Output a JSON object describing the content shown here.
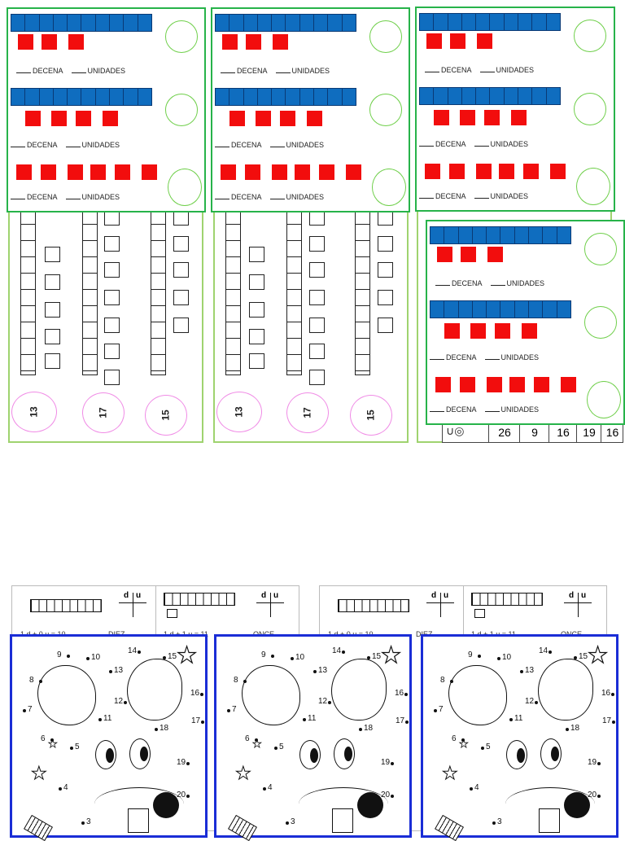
{
  "green_cards": {
    "rows": [
      {
        "units": 3,
        "decena_label": "DECENA",
        "unidades_label": "UNIDADES"
      },
      {
        "units": 4,
        "decena_label": "DECENA",
        "unidades_label": "UNIDADES"
      },
      {
        "units": 6,
        "decena_label": "DECENA",
        "unidades_label": "UNIDADES"
      }
    ]
  },
  "column_sheets": {
    "numbers": [
      "13",
      "17",
      "15"
    ]
  },
  "partial_row": {
    "numbers": [
      "26",
      "9",
      "16",
      "19",
      "16"
    ]
  },
  "worksheet": {
    "d_label": "d",
    "u_label": "u",
    "eq1": "1 d + 0 u = 10",
    "word1": "DIEZ",
    "eq2": "1 d + 1 u = 11",
    "word2": "ONCE"
  },
  "dot_puzzle": {
    "numbers": [
      "9",
      "10",
      "14",
      "15",
      "8",
      "13",
      "16",
      "7",
      "12",
      "11",
      "17",
      "18",
      "6",
      "5",
      "19",
      "4",
      "20",
      "3"
    ]
  },
  "colors": {
    "tens": "#0f6dbf",
    "units": "#f20d0d",
    "card_border": "#27b34a",
    "puzzle_border": "#1a2dd6",
    "number_circle": "#f08ce6"
  }
}
